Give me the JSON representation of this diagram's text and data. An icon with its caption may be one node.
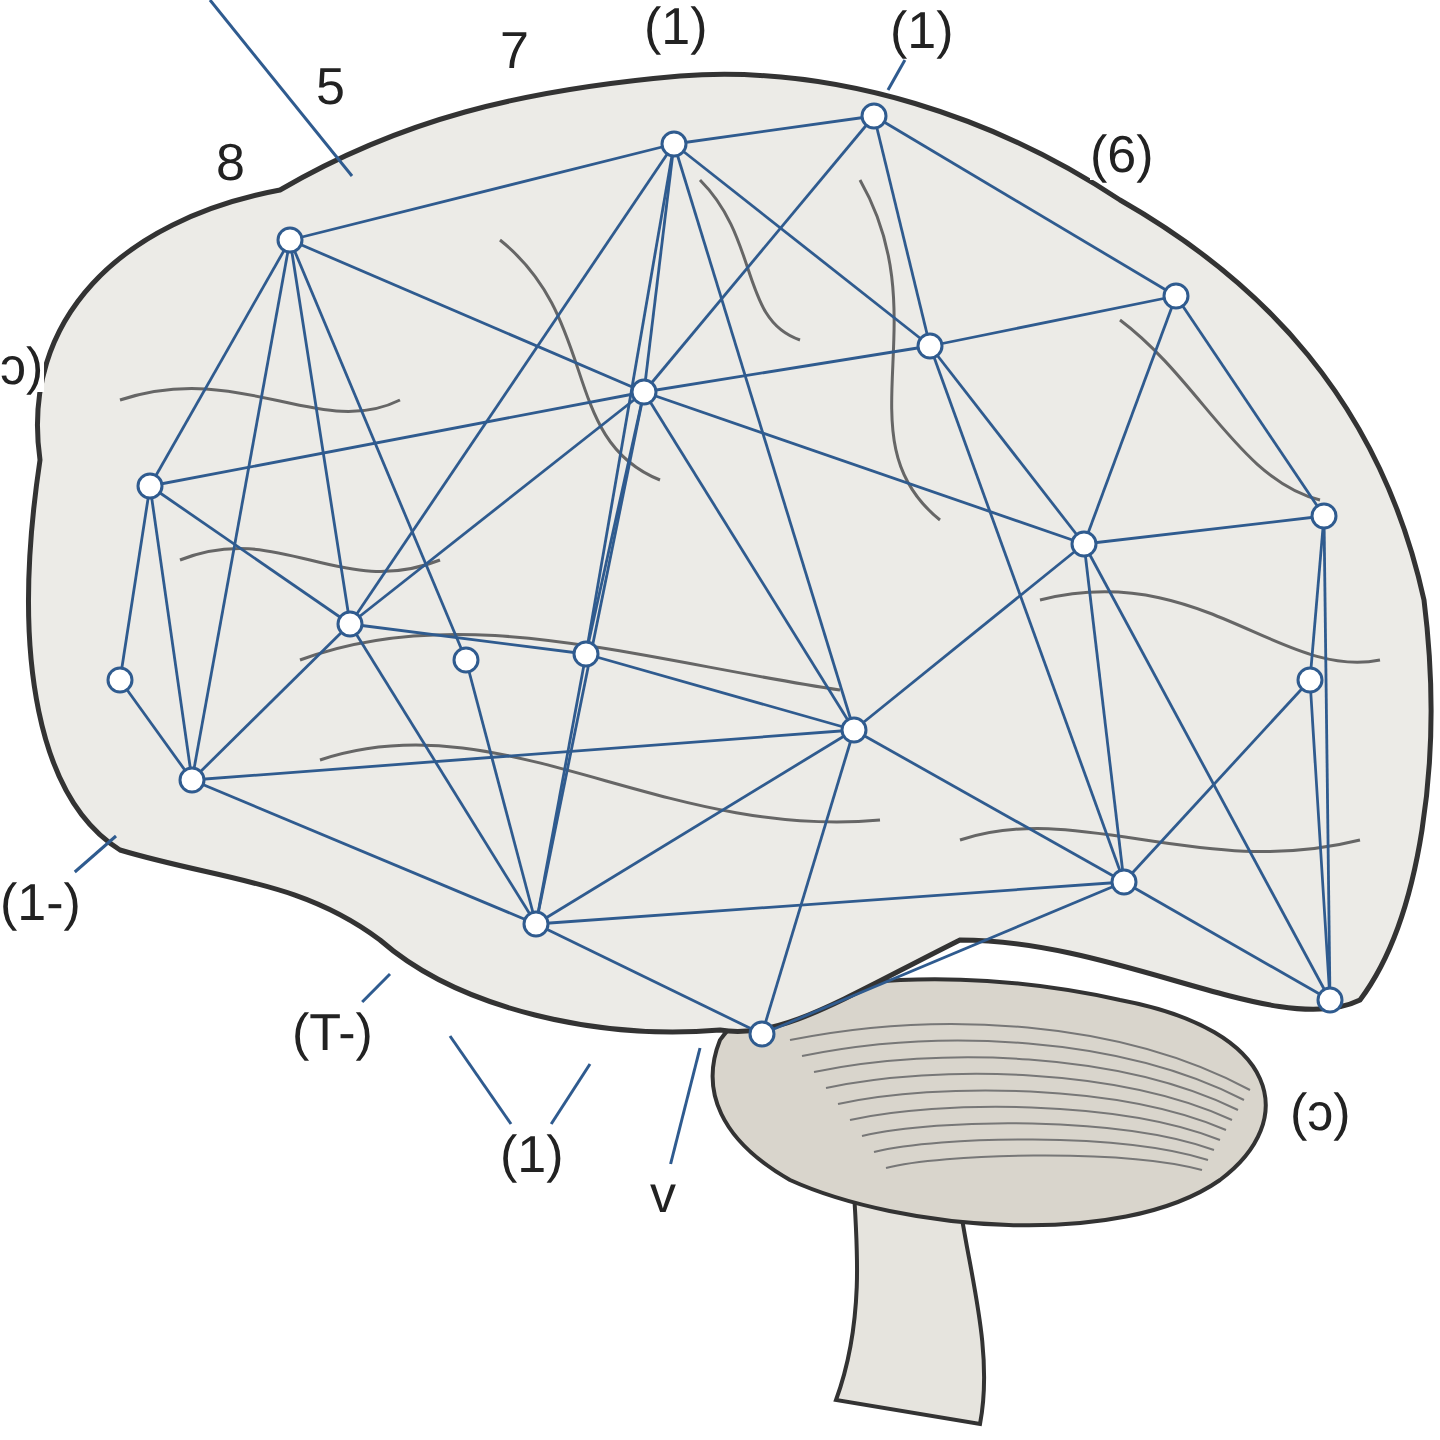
{
  "diagram": {
    "nodes": [
      {
        "text": [
          "(1)"
        ]
      },
      {
        "text": [
          "(1-)"
        ]
      },
      {
        "text": [
          "(T-)"
        ]
      },
      {
        "text": [
          "(1)"
        ]
      },
      {
        "text": [
          "v"
        ]
      }
    ],
    "edges": [
      {
        "from": 0,
        "to": null,
        "arrow": "none"
      },
      {
        "from": 1,
        "to": null,
        "arrow": "none"
      },
      {
        "from": 2,
        "to": null,
        "arrow": "none"
      },
      {
        "from": 3,
        "to": null,
        "arrow": "none"
      },
      {
        "from": 3,
        "to": null,
        "arrow": "none"
      },
      {
        "from": 4,
        "to": null,
        "arrow": "none"
      }
    ],
    "labels": [
      "5",
      "7",
      "(1)",
      "8",
      "(6)",
      "ɔ)",
      "(ɔ)"
    ]
  }
}
